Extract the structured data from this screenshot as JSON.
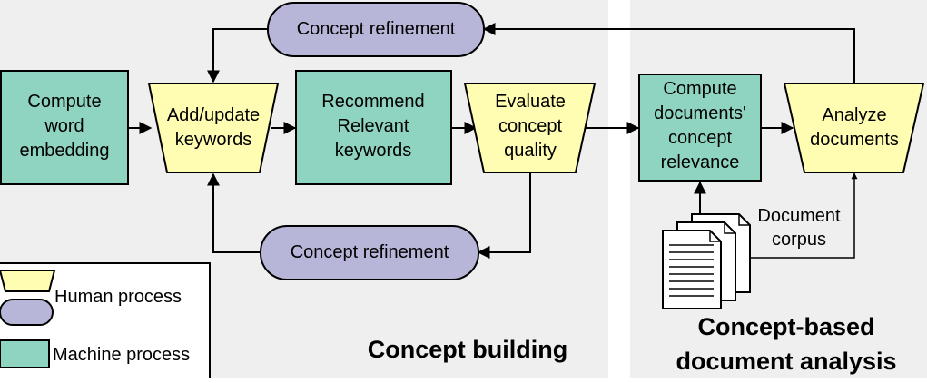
{
  "sections": {
    "building_title": "Concept building",
    "analysis_title_line1": "Concept-based",
    "analysis_title_line2": "document analysis"
  },
  "nodes": {
    "compute_embedding": [
      "Compute",
      "word",
      "embedding"
    ],
    "add_update_keywords": [
      "Add/update",
      "keywords"
    ],
    "recommend_keywords": [
      "Recommend",
      "Relevant",
      "keywords"
    ],
    "evaluate_quality": [
      "Evaluate",
      "concept",
      "quality"
    ],
    "compute_relevance": [
      "Compute",
      "documents'",
      "concept",
      "relevance"
    ],
    "analyze_documents": [
      "Analyze",
      "documents"
    ],
    "refinement_top": "Concept refinement",
    "refinement_bottom": "Concept refinement",
    "document_corpus": [
      "Document",
      "corpus"
    ]
  },
  "legend": {
    "human": "Human process",
    "machine": "Machine process"
  },
  "colors": {
    "machine_fill": "#8fd4c1",
    "human_trapezoid_fill": "#fefdb1",
    "human_oval_fill": "#b8b6d8",
    "panel_bg": "#efefef"
  }
}
